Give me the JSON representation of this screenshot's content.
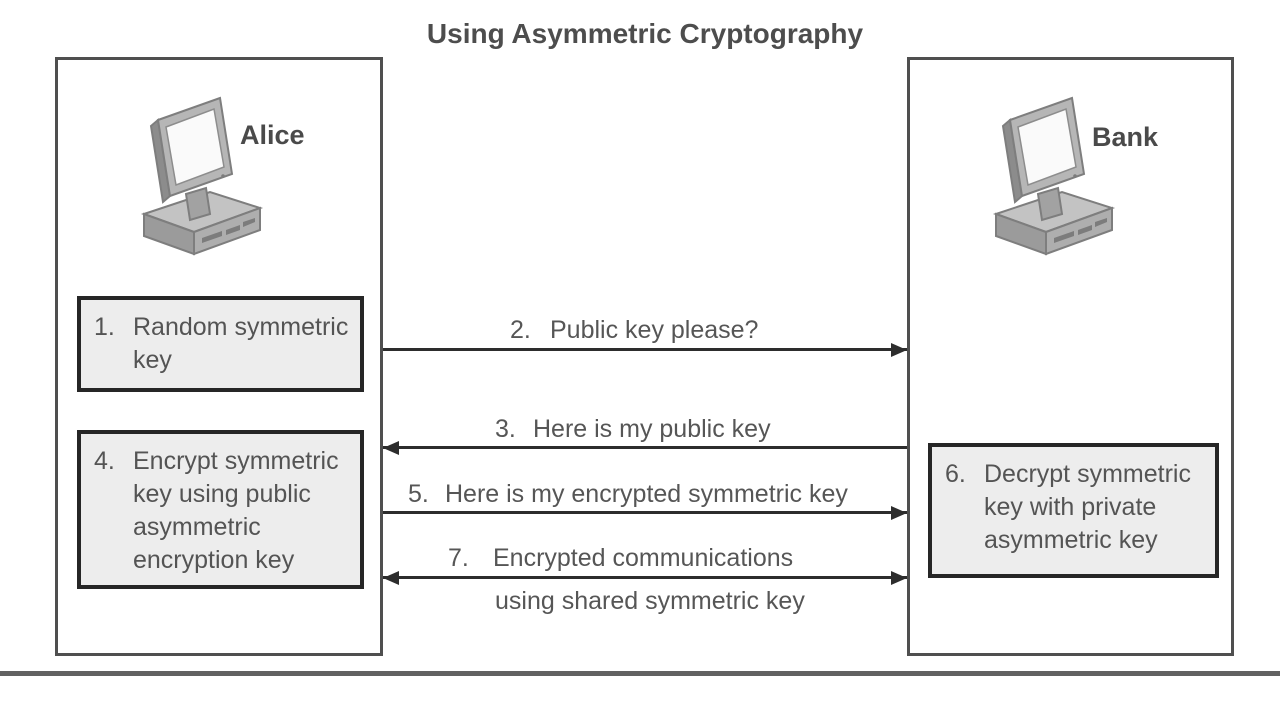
{
  "title": "Using Asymmetric Cryptography",
  "actors": {
    "left": {
      "name": "Alice",
      "icon": "computer-icon"
    },
    "right": {
      "name": "Bank",
      "icon": "computer-icon"
    }
  },
  "steps": {
    "box1": {
      "num": "1.",
      "text": "Random symmetric key"
    },
    "box4": {
      "num": "4.",
      "text": "Encrypt symmetric key using public asymmetric encryption key"
    },
    "box6": {
      "num": "6.",
      "text": "Decrypt symmetric key with private asymmetric key"
    }
  },
  "messages": {
    "msg2": {
      "num": "2.",
      "text": "Public key please?",
      "direction": "right"
    },
    "msg3": {
      "num": "3.",
      "text": "Here is my public key",
      "direction": "left"
    },
    "msg5": {
      "num": "5.",
      "text": "Here is my encrypted symmetric key",
      "direction": "right"
    },
    "msg7": {
      "num": "7.",
      "line1": "Encrypted communications",
      "line2": "using shared symmetric key",
      "direction": "both"
    }
  },
  "colors": {
    "text": "#555555",
    "title_text": "#4d4d4d",
    "actor_border": "#4f4f4f",
    "step_border": "#262626",
    "step_fill": "#ededed",
    "arrow": "#2d2d2d",
    "bottom_rule": "#626262",
    "background": "#ffffff"
  }
}
